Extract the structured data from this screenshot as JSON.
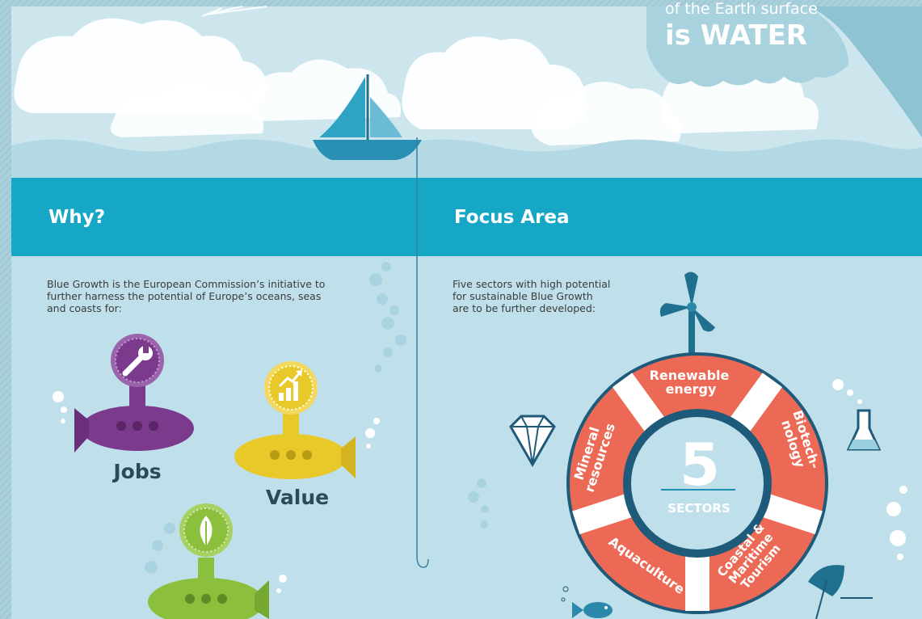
{
  "header": {
    "water_small": "of the Earth surface",
    "water_big": "is WATER"
  },
  "why": {
    "title": "Why?",
    "description_lines": [
      "Blue Growth is the European Commission’s initiative to",
      "further harness the potential of Europe’s oceans, seas",
      "and coasts for:"
    ],
    "items": [
      {
        "label": "Jobs",
        "icon": "wrench-icon"
      },
      {
        "label": "Value",
        "icon": "growth-chart-icon"
      },
      {
        "label": "",
        "icon": "leaf-icon"
      }
    ]
  },
  "focus": {
    "title": "Focus Area",
    "description_lines": [
      "Five sectors with high potential",
      "for sustainable Blue Growth",
      "are to be further developed:"
    ],
    "center_number": "5",
    "center_label": "SECTORS",
    "sectors": [
      {
        "lines": [
          "Renewable",
          "energy"
        ]
      },
      {
        "lines": [
          "Biotech-",
          "nology"
        ]
      },
      {
        "lines": [
          "Coastal &",
          "Maritime",
          "Tourism"
        ]
      },
      {
        "lines": [
          "Aquaculture"
        ]
      },
      {
        "lines": [
          "Mineral",
          "resources"
        ]
      }
    ]
  },
  "colors": {
    "sky": "#cde6ee",
    "sea": "#bfe0ea",
    "band": "#16a6c6",
    "ring": "#ec6a55",
    "ring_inner": "#1e5a7a",
    "jobs_sub": "#7b3a8c",
    "value_sub": "#e9c92a",
    "third_sub": "#8bbf3c"
  }
}
